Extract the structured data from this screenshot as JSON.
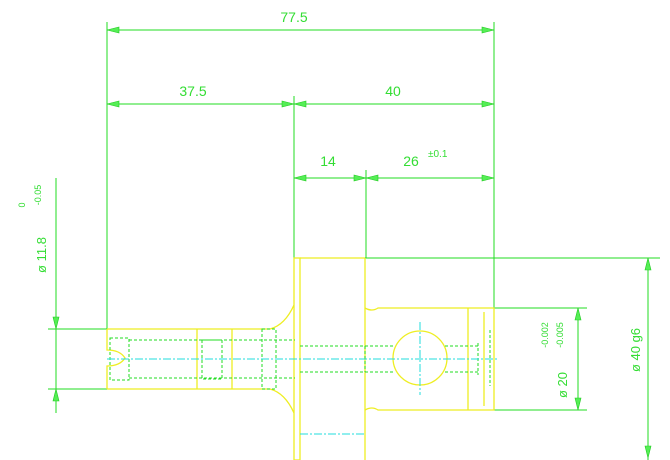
{
  "dimensions": {
    "overall_length": "77.5",
    "left_length": "37.5",
    "right_length": "40",
    "flange_to_hole": "14",
    "hole_to_end": "26",
    "hole_to_end_tolerance": "±0.1",
    "left_diameter": "ø 11.8",
    "left_diameter_upper_tol": "0",
    "left_diameter_lower_tol": "-0.05",
    "right_diameter": "ø 20",
    "right_diameter_upper_tol": "-0.002",
    "right_diameter_lower_tol": "-0.005",
    "flange_diameter": "ø 40 g6"
  },
  "colors": {
    "dimension": "#22dd22",
    "part": "#eeee22",
    "centerline": "#22dddd"
  }
}
